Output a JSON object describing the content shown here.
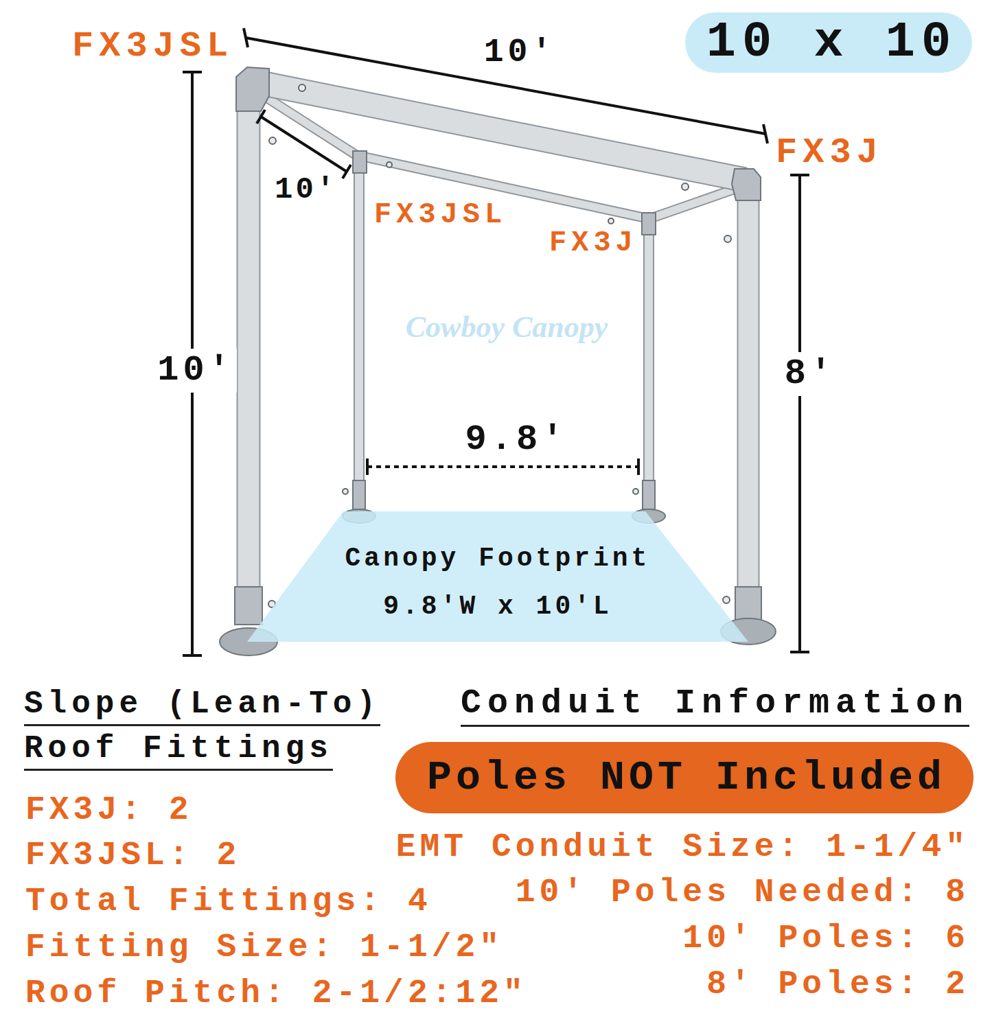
{
  "diagram": {
    "nodes": [
      {
        "text": [
          "10 x 10"
        ]
      },
      {
        "text": [
          "Canopy Footprint",
          "9.8'W x 10'L"
        ]
      },
      {
        "text": [
          "Poles NOT Included"
        ]
      }
    ],
    "labels": [
      "FX3JSL",
      "10'",
      "FX3J",
      "10'",
      "FX3JSL",
      "FX3J",
      "10'",
      "8'",
      "9.8'",
      "Cowboy Canopy",
      "Slope (Lean-To)",
      "Roof Fittings",
      "FX3J: 2",
      "FX3JSL: 2",
      "Total Fittings: 4",
      "Fitting Size: 1-1/2\"",
      "Roof Pitch: 2-1/2:12\"",
      "Conduit Information",
      "EMT Conduit Size: 1-1/4\"",
      "10' Poles Needed: 8",
      "10' Poles: 6",
      "8' Poles: 2"
    ]
  }
}
